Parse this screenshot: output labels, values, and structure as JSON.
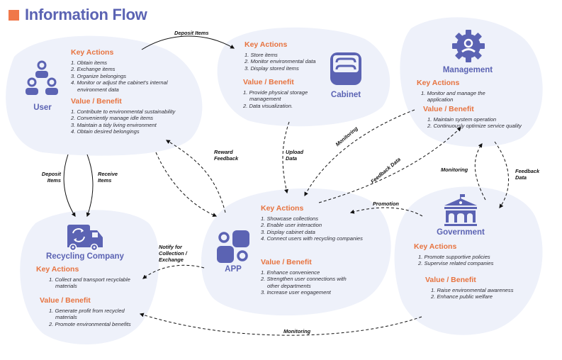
{
  "title": "Information Flow",
  "colors": {
    "accent": "#f0784a",
    "brand": "#5b63b3",
    "heading": "#e7733f",
    "blob": "#eef1fa"
  },
  "headings": {
    "key_actions": "Key Actions",
    "value_benefit": "Value / Benefit"
  },
  "nodes": {
    "user": {
      "name": "User",
      "icon": "users-icon",
      "key_actions": [
        "1. Obtain items",
        "2. Exchange items",
        "3. Organize belongings",
        "4. Monitor or adjust the cabinet's internal environment data"
      ],
      "value_benefit": [
        "1. Contribute to environmental sustainability",
        "2. Conveniently manage idle items",
        "3. Maintain a tidy living environment",
        "4. Obtain desired belongings"
      ]
    },
    "cabinet": {
      "name": "Cabinet",
      "icon": "cabinet-icon",
      "key_actions": [
        "1. Store items",
        "2. Monitor environmental data",
        "3. Display stored items"
      ],
      "value_benefit": [
        "1. Provide physical storage management",
        "2. Data visualization."
      ]
    },
    "management": {
      "name": "Management",
      "icon": "gear-user-icon",
      "key_actions": [
        "1. Monitor and manage the application"
      ],
      "value_benefit": [
        "1.  Maintain system operation",
        "2. Continuously optimize service quality"
      ]
    },
    "app": {
      "name": "APP",
      "icon": "app-grid-icon",
      "key_actions": [
        "1. Showcase collections",
        "2. Enable user interaction",
        "3. Display cabinet data",
        "4. Connect users with recycling companies"
      ],
      "value_benefit": [
        "1. Enhance convenience",
        "2. Strengthen user connections with other departments",
        "3. Increase user engagement"
      ]
    },
    "government": {
      "name": "Government",
      "icon": "government-building-icon",
      "key_actions": [
        "1. Promote supportive policies",
        "2. Supervise related companies"
      ],
      "value_benefit": [
        "1. Raise environmental awareness",
        "2. Enhance public welfare"
      ]
    },
    "recycling": {
      "name": "Recycling Company",
      "icon": "recycling-truck-icon",
      "key_actions": [
        "1. Collect and transport recyclable materials"
      ],
      "value_benefit": [
        "1. Generate profit from recycled materials",
        "2. Promote environmental benefits"
      ]
    }
  },
  "flows": {
    "deposit_items_top": "Deposit Items",
    "deposit_items_left": "Deposit Items",
    "receive_items": "Receive Items",
    "reward_feedback": "Reward Feedback",
    "upload_data": "Upload Data",
    "monitoring_app": "Monitoring",
    "feedback_data_app": "Feedback Data",
    "monitoring_gov": "Monitoring",
    "feedback_data_gov": "Feedback Data",
    "promotion": "Promotion",
    "notify": "Notify for Collection / Exchange",
    "monitoring_bottom": "Monitoring"
  }
}
